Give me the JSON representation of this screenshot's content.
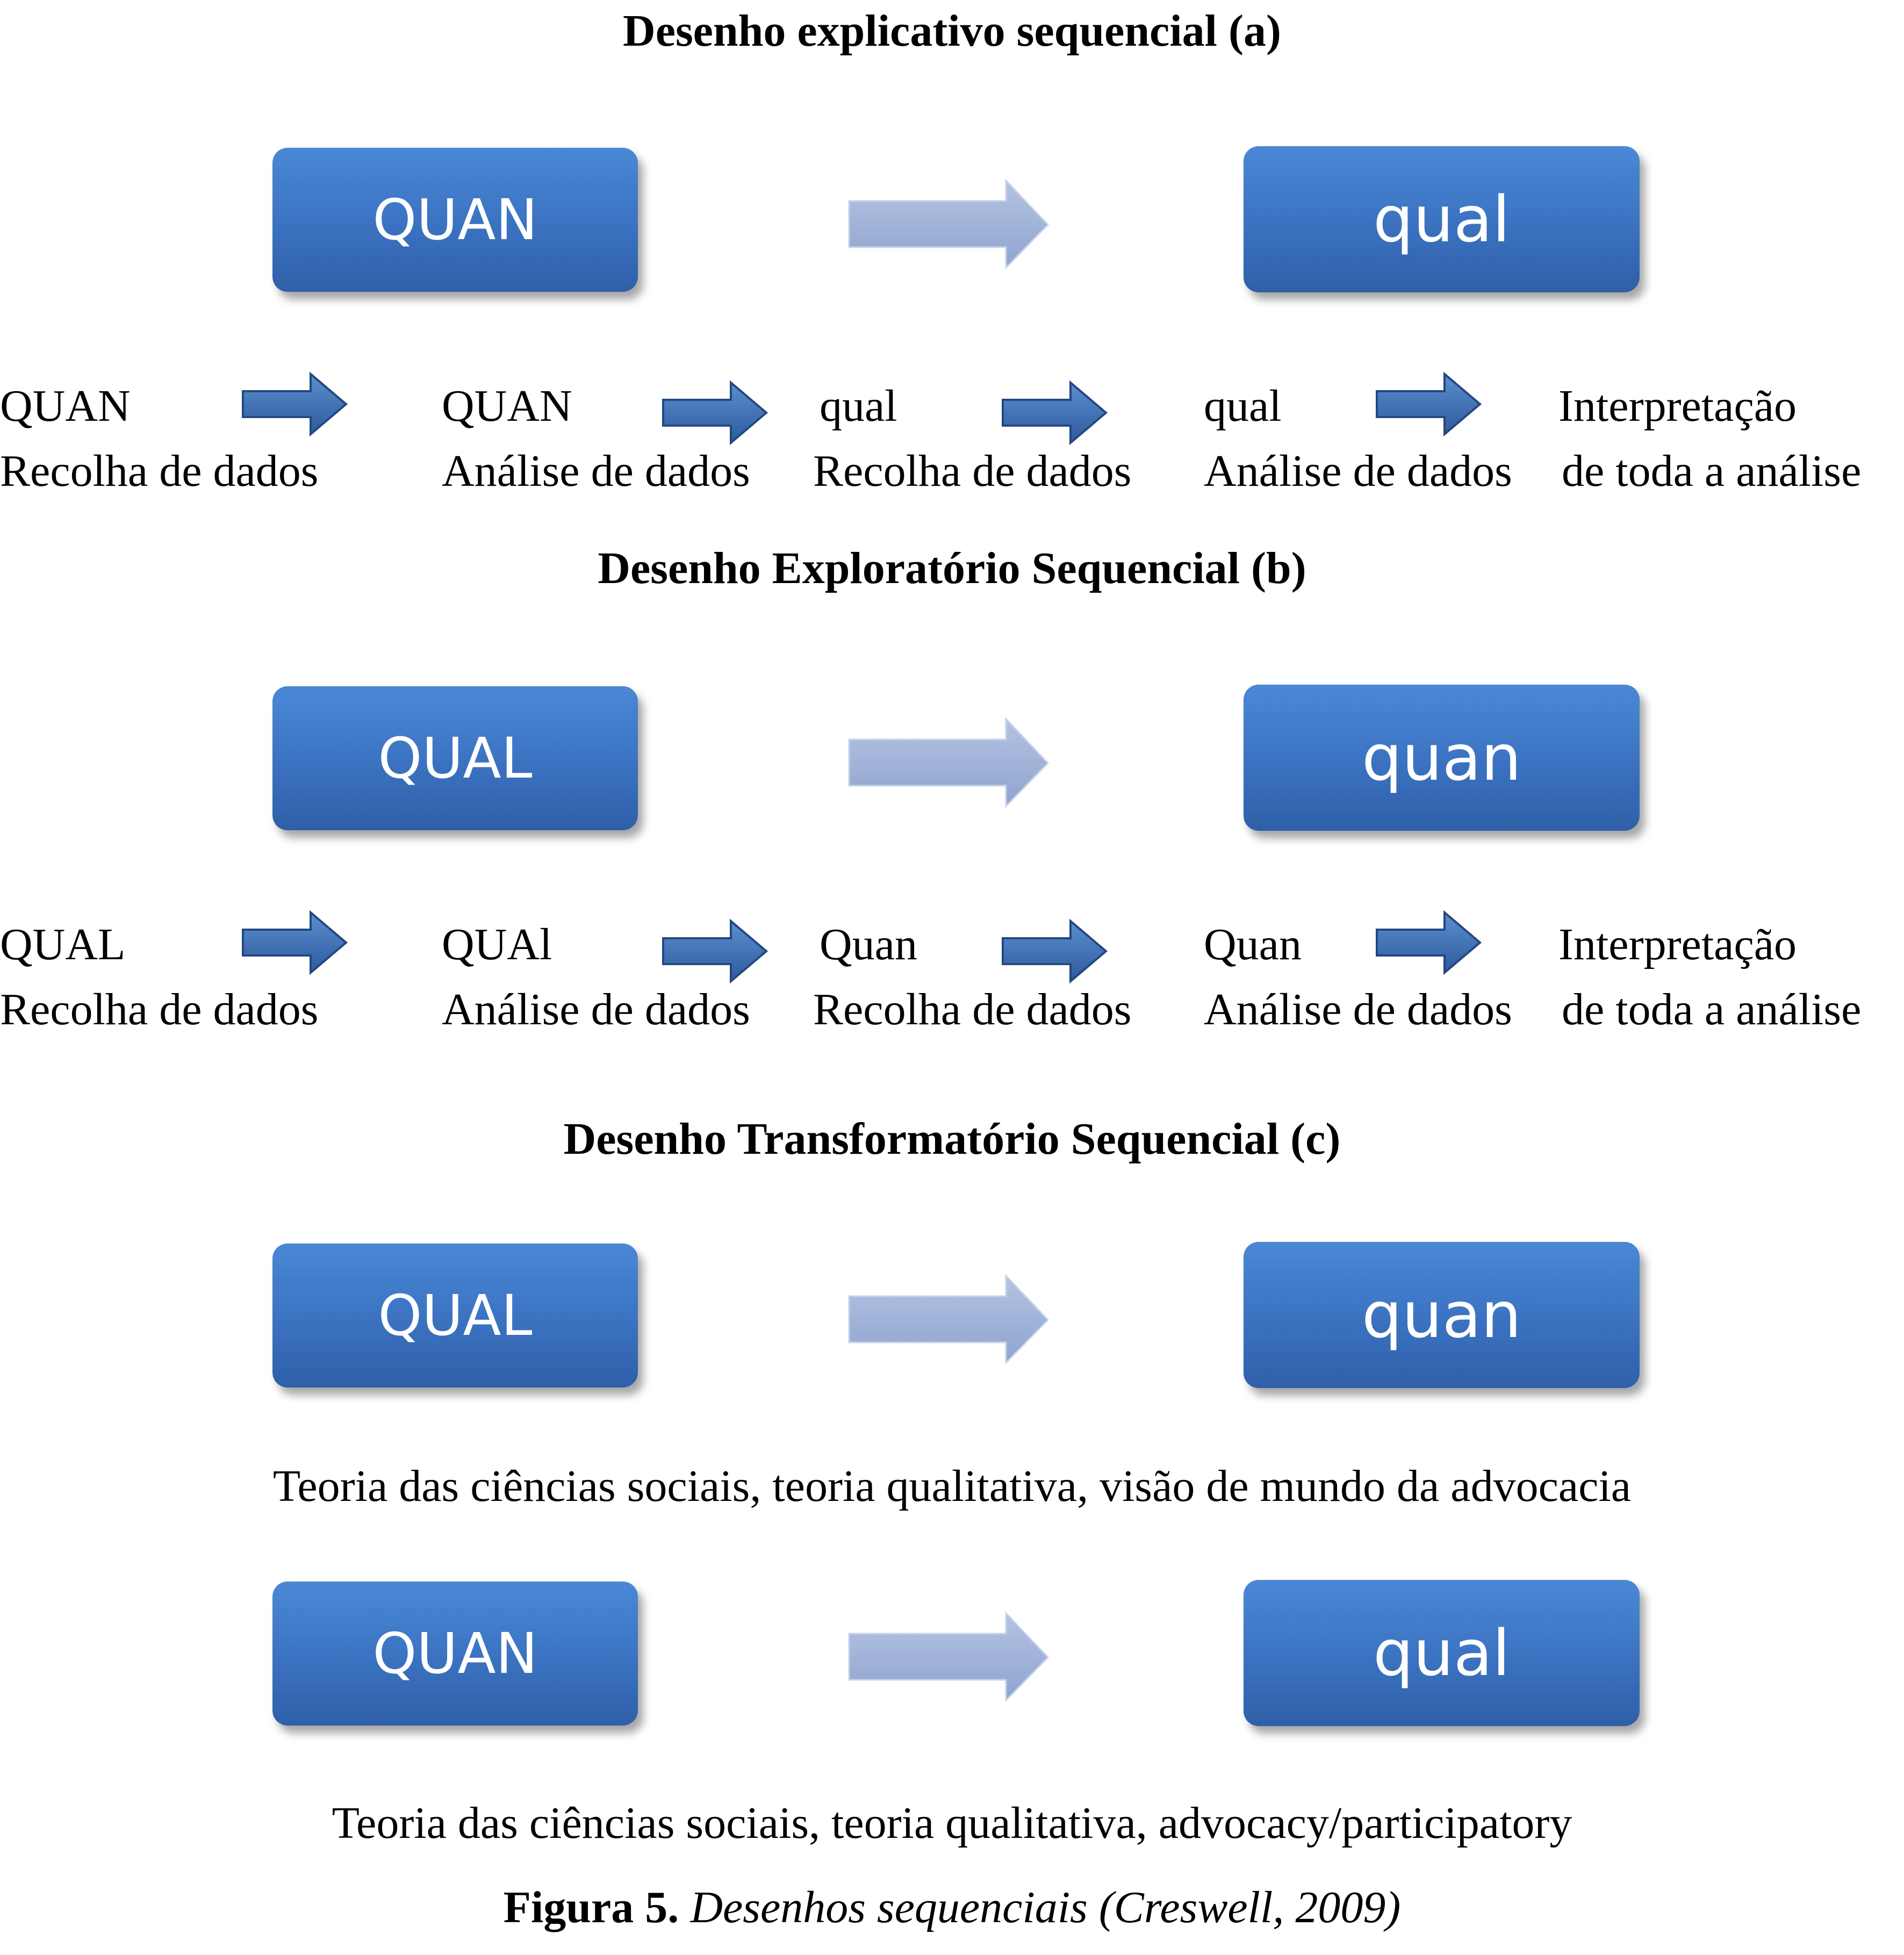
{
  "section_a": {
    "title": "Desenho explicativo sequencial (a)",
    "box_left": "QUAN",
    "box_right": "qual",
    "steps": [
      {
        "line1": "QUAN",
        "line2": "Recolha de dados"
      },
      {
        "line1": "QUAN",
        "line2": "Análise de dados"
      },
      {
        "line1": "qual",
        "line2": "Recolha de dados"
      },
      {
        "line1": "qual",
        "line2": "Análise de dados"
      },
      {
        "line1": "Interpretação",
        "line2": "de toda a análise"
      }
    ]
  },
  "section_b": {
    "title": "Desenho Exploratório Sequencial (b)",
    "box_left": "QUAL",
    "box_right": "quan",
    "steps": [
      {
        "line1": "QUAL",
        "line2": "Recolha de dados"
      },
      {
        "line1": "QUAl",
        "line2": "Análise de dados"
      },
      {
        "line1": "Quan",
        "line2": "Recolha de dados"
      },
      {
        "line1": "Quan",
        "line2": "Análise de dados"
      },
      {
        "line1": "Interpretação",
        "line2": "de toda a análise"
      }
    ]
  },
  "section_c": {
    "title": "Desenho Transformatório Sequencial (c)",
    "row1": {
      "box_left": "QUAL",
      "box_right": "quan",
      "note": "Teoria das ciências sociais, teoria qualitativa, visão de mundo da advocacia"
    },
    "row2": {
      "box_left": "QUAN",
      "box_right": "qual",
      "note": "Teoria das ciências sociais, teoria qualitativa, advocacy/participatory"
    }
  },
  "caption": {
    "label": "Figura 5.",
    "text": " Desenhos sequenciais (Creswell, 2009)"
  },
  "colors": {
    "box_top": "#4a88d6",
    "box_bottom": "#2f5fa8",
    "big_arrow": "#9fb2d6",
    "small_arrow": "#3d6fb3"
  },
  "icons": {
    "big_arrow": "arrow-right-icon",
    "small_arrow": "arrow-right-icon"
  }
}
